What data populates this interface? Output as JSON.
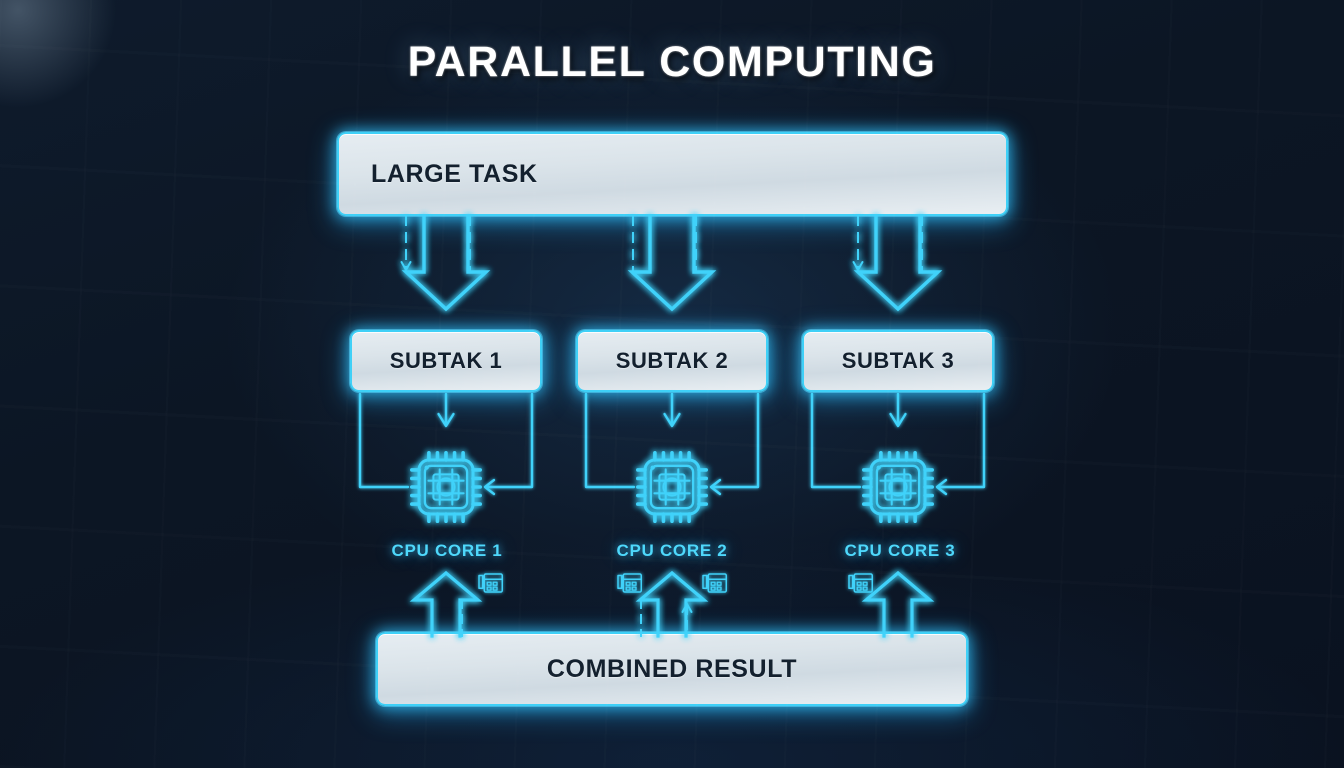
{
  "page": {
    "title": "PARALLEL COMPUTING",
    "background_color": "#0c1624",
    "accent_color": "#3fd0f7",
    "panel_color": "#dce5ec",
    "panel_text_color": "#13202e",
    "label_color": "#4ed8fb",
    "title_color": "#ffffff"
  },
  "diagram": {
    "source": {
      "label": "LARGE TASK",
      "name": "large-task-box"
    },
    "split_arrows": [
      {
        "name": "split-arrow-1"
      },
      {
        "name": "split-arrow-2"
      },
      {
        "name": "split-arrow-3"
      }
    ],
    "subtasks": [
      {
        "label": "SUBTAK 1",
        "core_label": "CPU CORE 1",
        "icon": "cpu-chip-icon"
      },
      {
        "label": "SUBTAK 2",
        "core_label": "CPU CORE 2",
        "icon": "cpu-chip-icon"
      },
      {
        "label": "SUBTAK 3",
        "core_label": "CPU CORE 3",
        "icon": "cpu-chip-icon"
      }
    ],
    "merge_arrows": [
      {
        "name": "merge-arrow-1"
      },
      {
        "name": "merge-arrow-2"
      },
      {
        "name": "merge-arrow-3"
      }
    ],
    "data_icons": [
      {
        "name": "data-sheet-icon-1"
      },
      {
        "name": "data-sheet-icon-2"
      },
      {
        "name": "data-sheet-icon-3"
      },
      {
        "name": "data-sheet-icon-4"
      }
    ],
    "result": {
      "label": "COMBINED RESULT",
      "name": "combined-result-box"
    }
  }
}
